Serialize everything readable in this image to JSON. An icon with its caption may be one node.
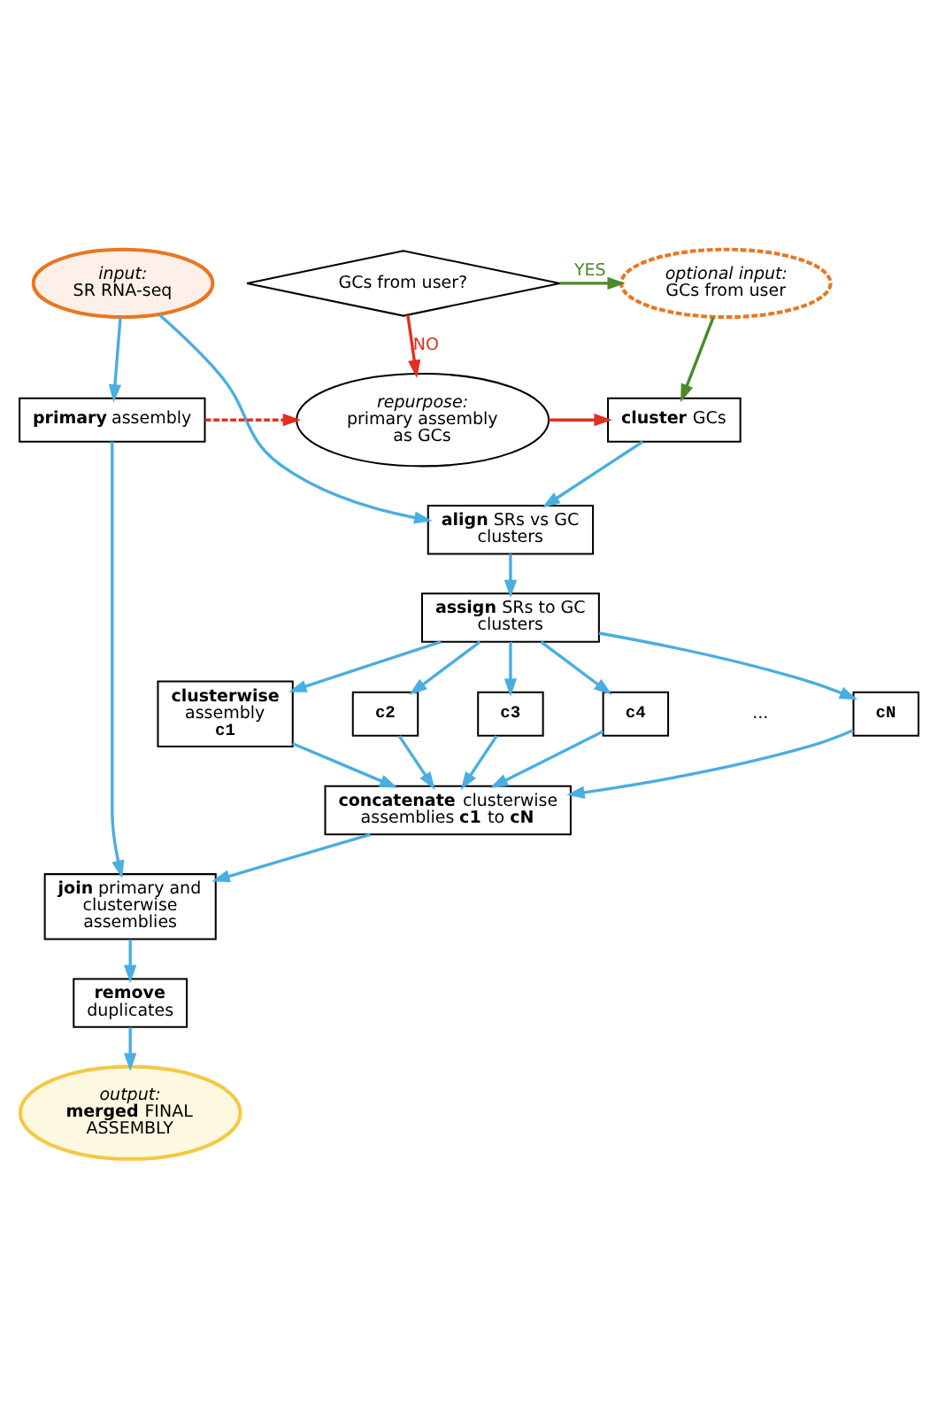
{
  "diagram": {
    "nodes": [
      {
        "text": [
          "input:",
          "SR RNA-seq"
        ]
      },
      {
        "text": [
          "GCs from user?"
        ]
      },
      {
        "text": [
          "optional input:",
          "GCs from user"
        ]
      },
      {
        "text": [
          "**primary** assembly"
        ]
      },
      {
        "text": [
          "*repurpose:* primary assembly as GCs"
        ]
      },
      {
        "text": [
          "**cluster** GCs"
        ]
      },
      {
        "text": [
          "**align** SRs vs GC clusters"
        ]
      },
      {
        "text": [
          "**assign** SRs to GC clusters"
        ]
      },
      {
        "text": [
          "**clusterwise** assembly",
          "c1"
        ]
      },
      {
        "text": [
          "c2"
        ]
      },
      {
        "text": [
          "c3"
        ]
      },
      {
        "text": [
          "c4"
        ]
      },
      {
        "text": [
          "cN"
        ]
      },
      {
        "text": [
          "**concatenate** clusterwise assemblies **c1** to **cN**"
        ]
      },
      {
        "text": [
          "**join** primary and clusterwise assemblies"
        ]
      },
      {
        "text": [
          "**remove** duplicates"
        ]
      },
      {
        "text": [
          "output:",
          "**merged** FINAL ASSEMBLY"
        ]
      }
    ],
    "edges": [
      {
        "from": 0,
        "to": 3,
        "arrow": "to"
      },
      {
        "from": 0,
        "to": 6,
        "arrow": "to"
      },
      {
        "from": 1,
        "to": 2,
        "arrow": "to",
        "label": "YES",
        "color": "#4a8a2a"
      },
      {
        "from": 1,
        "to": 4,
        "arrow": "to",
        "label": "NO",
        "color": "#e03020"
      },
      {
        "from": 2,
        "to": 5,
        "arrow": "to",
        "color": "#4a8a2a"
      },
      {
        "from": 3,
        "to": 4,
        "arrow": "to",
        "style": "dashed",
        "color": "#e03020"
      },
      {
        "from": 4,
        "to": 5,
        "arrow": "to",
        "color": "#e03020"
      },
      {
        "from": 5,
        "to": 6,
        "arrow": "to"
      },
      {
        "from": 6,
        "to": 7,
        "arrow": "to"
      },
      {
        "from": 7,
        "to": 8,
        "arrow": "to"
      },
      {
        "from": 7,
        "to": 9,
        "arrow": "to"
      },
      {
        "from": 7,
        "to": 10,
        "arrow": "to"
      },
      {
        "from": 7,
        "to": 11,
        "arrow": "to"
      },
      {
        "from": 7,
        "to": 12,
        "arrow": "to"
      },
      {
        "from": 8,
        "to": 13,
        "arrow": "to"
      },
      {
        "from": 9,
        "to": 13,
        "arrow": "to"
      },
      {
        "from": 10,
        "to": 13,
        "arrow": "to"
      },
      {
        "from": 11,
        "to": 13,
        "arrow": "to"
      },
      {
        "from": 12,
        "to": 13,
        "arrow": "to"
      },
      {
        "from": 3,
        "to": 14,
        "arrow": "to"
      },
      {
        "from": 13,
        "to": 14,
        "arrow": "to"
      },
      {
        "from": 14,
        "to": 15,
        "arrow": "to"
      },
      {
        "from": 15,
        "to": 16,
        "arrow": "to"
      }
    ],
    "labels": [
      "..."
    ]
  }
}
